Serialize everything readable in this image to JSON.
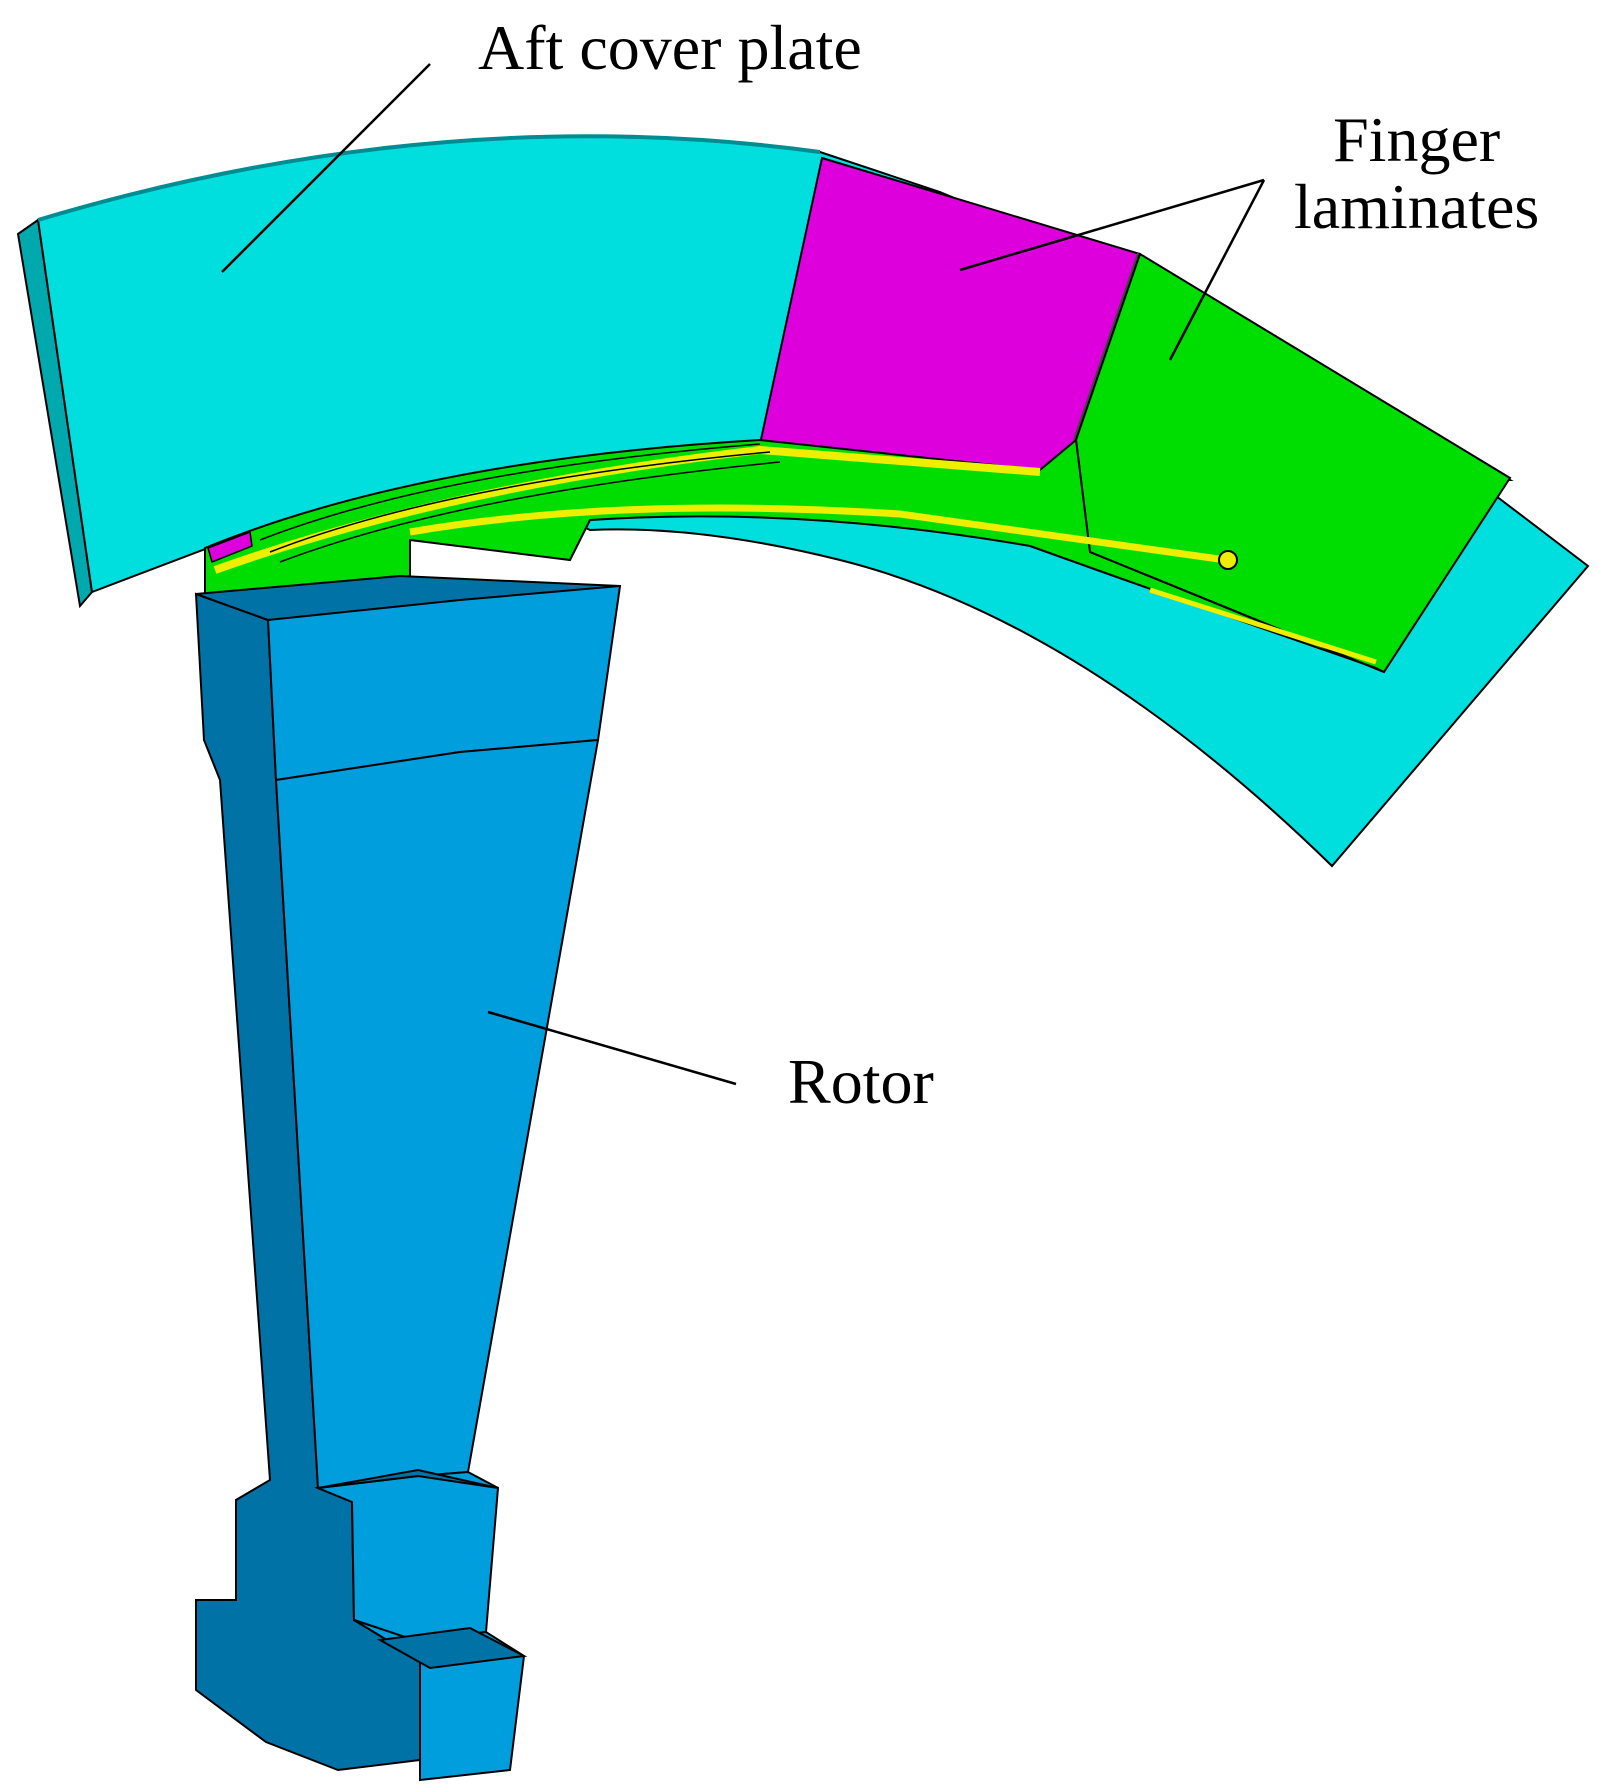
{
  "labels": {
    "aft_cover_plate": "Aft cover plate",
    "finger_line1": "Finger",
    "finger_line2": "laminates",
    "rotor": "Rotor"
  },
  "colors": {
    "cover_plate": "#00dedd",
    "cover_plate_edge": "#00a9ad",
    "finger_magenta": "#dd00dd",
    "finger_green": "#00dd00",
    "weld_yellow": "#eeee00",
    "rotor_face": "#009edd",
    "rotor_side": "#0072a6",
    "outline": "#000000"
  }
}
